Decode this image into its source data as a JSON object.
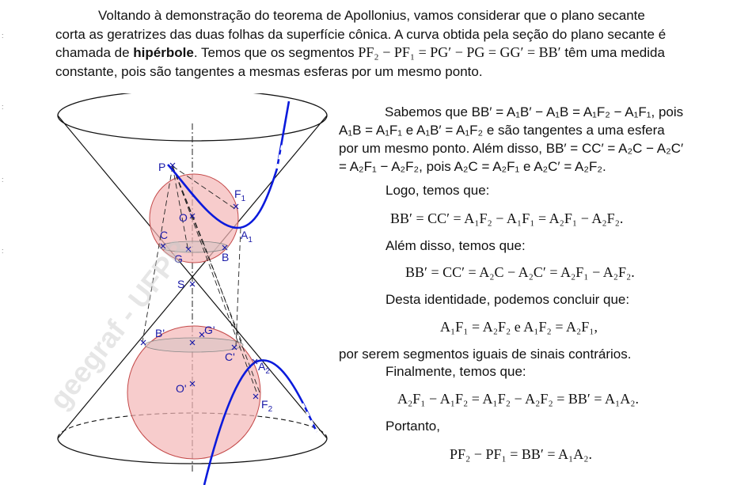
{
  "intro": {
    "l1": "Voltando à demonstração do teorema de Apollonius, vamos considerar que o plano secante",
    "l2": "corta as geratrizes das duas folhas da superfície cônica. A curva obtida pela seção do plano secante é",
    "l3_a": "chamada de ",
    "l3_bold": "hipérbole",
    "l3_b": ". Temos que os segmentos ",
    "l3_eq": "PF₂ − PF₁ = PG′ − PG = GG′ = BB′",
    "l3_c": " têm uma medida",
    "l4": "constante, pois são tangentes a mesmas esferas por um mesmo ponto."
  },
  "right": {
    "p1_l1": "Sabemos que BB′ = A₁B′ − A₁B = A₁F₂ − A₁F₁, pois",
    "p1_l2": "A₁B = A₁F₁ e A₁B′ = A₁F₂ e são tangentes a uma esfera",
    "p1_l3": "por um mesmo ponto. Além disso, BB′ = CC′ = A₂C − A₂C′",
    "p1_l4": "= A₂F₁ − A₂F₂, pois A₂C = A₂F₁ e A₂C′ = A₂F₂.",
    "logo": "Logo, temos que:",
    "eq1": "BB′ = CC′ = A₁F₂ − A₁F₁ = A₂F₁ − A₂F₂.",
    "alem": "Além disso, temos que:",
    "eq2": "BB′ = CC′ = A₂C − A₂C′ = A₂F₁ − A₂F₂.",
    "desta": "Desta identidade, podemos concluir que:",
    "eq3": "A₁F₁ = A₂F₂ e A₁F₂ = A₂F₁,",
    "por": "por serem segmentos iguais de sinais contrários.",
    "final": "Finalmente, temos que:",
    "eq4": "A₂F₁ − A₁F₂ = A₁F₂ − A₂F₂ = BB′ = A₁A₂.",
    "portanto": "Portanto,",
    "eq5": "PF₂ − PF₁ = BB′ = A₁A₂."
  },
  "figure": {
    "labels": {
      "P": "P",
      "F1": "F",
      "F1s": "1",
      "O": "O",
      "A1": "A",
      "A1s": "1",
      "C": "C",
      "G": "G",
      "B": "B",
      "S": "S",
      "Bp": "B'",
      "Gp": "G'",
      "Cp": "C'",
      "A2": "A",
      "A2s": "2",
      "Op": "O'",
      "F2": "F",
      "F2s": "2"
    },
    "watermark": "geegraf - UFPR",
    "colors": {
      "curve": "#0a1adc",
      "sphere": "#f4b6b6",
      "sphere_stroke": "#c44a4a",
      "label": "#1a1aa8"
    }
  }
}
